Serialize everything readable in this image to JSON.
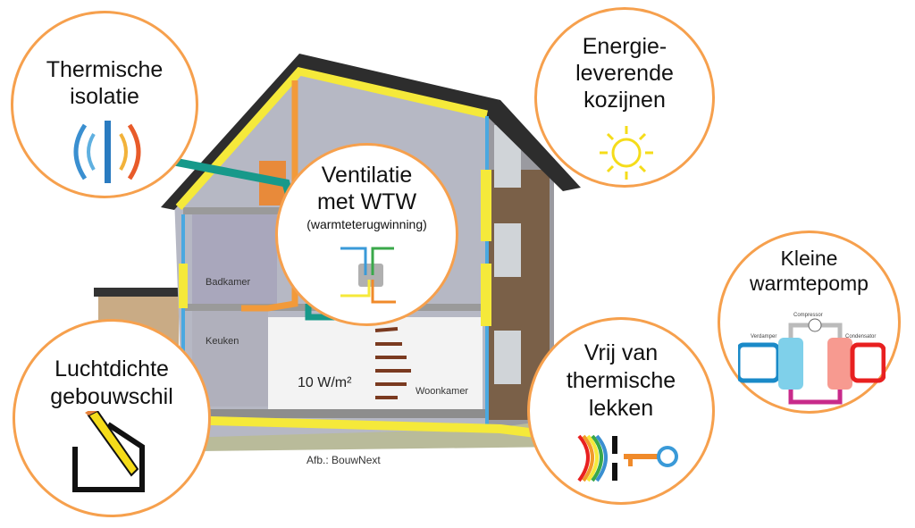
{
  "house": {
    "rooms": {
      "bathroom": "Badkamer",
      "kitchen": "Keuken",
      "living_room": "Woonkamer"
    },
    "heat_load": "10 W/m²",
    "credit": "Afb.: BouwNext"
  },
  "features": {
    "insulation": {
      "line1": "Thermische",
      "line2": "isolatie"
    },
    "windows": {
      "line1": "Energie-",
      "line2": "leverende",
      "line3": "kozijnen"
    },
    "ventilation": {
      "line1": "Ventilatie",
      "line2": "met WTW",
      "line3": "(warmteterugwinning)"
    },
    "heat_pump": {
      "line1": "Kleine",
      "line2": "warmtepomp",
      "compressor": "Compressor",
      "evaporator": "Verdamper",
      "condenser": "Condensator"
    },
    "airtight": {
      "line1": "Luchtdichte",
      "line2": "gebouwschil"
    },
    "thermal_bridges": {
      "line1": "Vrij van",
      "line2": "thermische",
      "line3": "lekken"
    }
  },
  "colors": {
    "circle_border": "#f6a04d",
    "insulation": "#f5e93a",
    "facade_blue": "#4aa8e0",
    "duct_teal": "#17998a",
    "duct_orange": "#f29a3a"
  }
}
